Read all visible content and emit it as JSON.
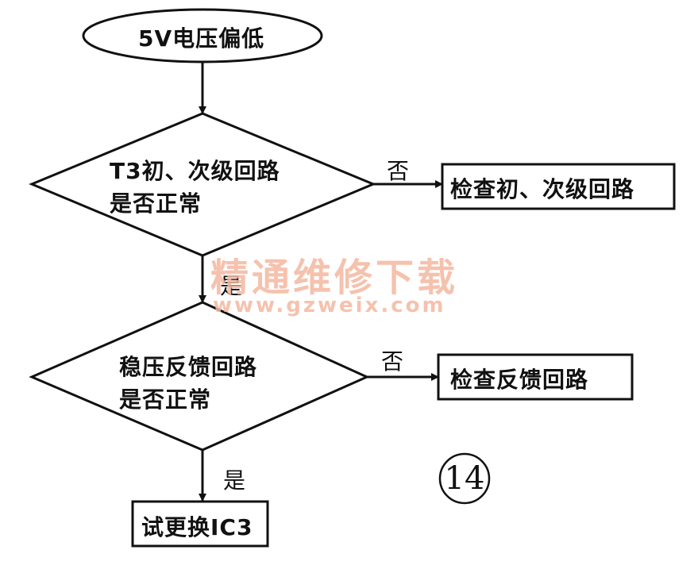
{
  "nodes": {
    "start": "5V电压偏低",
    "decision1_line1": "T3初、次级回路",
    "decision1_line2": "是否正常",
    "action1": "检查初、次级回路",
    "decision2_line1": "稳压反馈回路",
    "decision2_line2": "是否正常",
    "action2": "检查反馈回路",
    "end": "试更换IC3"
  },
  "branches": {
    "no1": "否",
    "yes1": "是",
    "no2": "否",
    "yes2": "是"
  },
  "figure_number": "14",
  "watermark": {
    "text": "精通维修下载",
    "url": "www.gzweix.com"
  }
}
